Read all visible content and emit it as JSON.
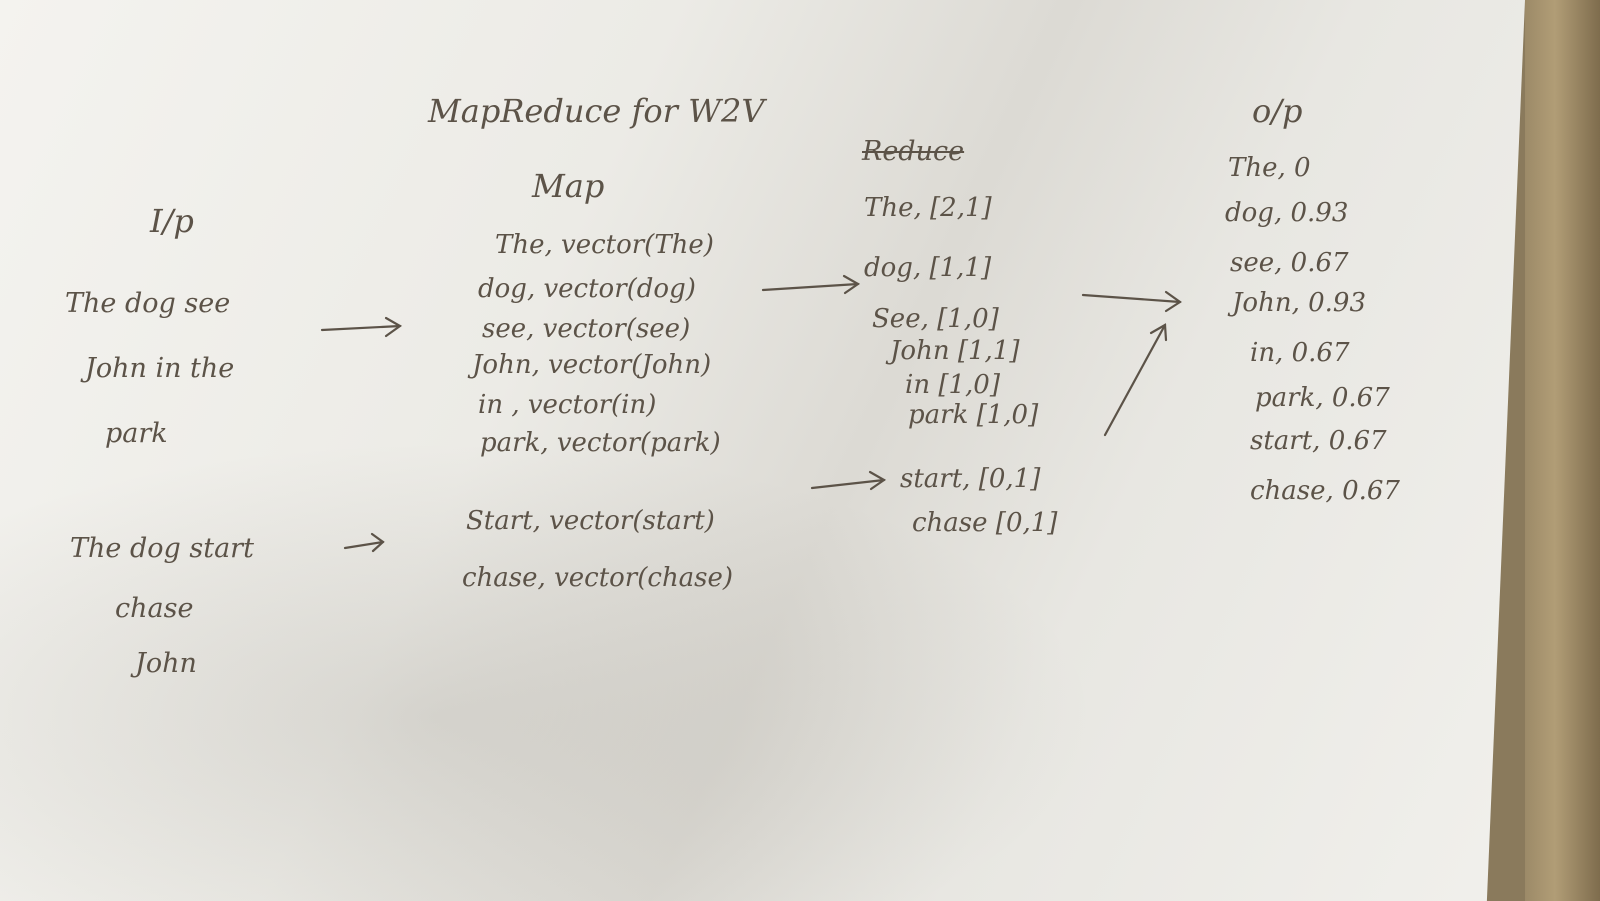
{
  "title": "MapReduce for W2V",
  "input": {
    "heading": "I/p",
    "doc1": [
      "The dog see",
      "John in the",
      "park"
    ],
    "doc2": [
      "The dog start",
      "chase",
      "John"
    ]
  },
  "map": {
    "heading": "Map",
    "rows": [
      "The, vector(The)",
      "dog, vector(dog)",
      "see, vector(see)",
      "John, vector(John)",
      "in , vector(in)",
      "park, vector(park)",
      "Start, vector(start)",
      "chase, vector(chase)"
    ]
  },
  "reduce": {
    "heading": "Reduce",
    "rows": [
      "The, [2,1]",
      "dog, [1,1]",
      "See, [1,0]",
      "John [1,1]",
      "in [1,0]",
      "park [1,0]",
      "start, [0,1]",
      "chase [0,1]"
    ]
  },
  "output": {
    "heading": "o/p",
    "rows": [
      "The, 0",
      "dog, 0.93",
      "see, 0.67",
      "John, 0.93",
      "in, 0.67",
      "park, 0.67",
      "start, 0.67",
      "chase, 0.67"
    ]
  }
}
